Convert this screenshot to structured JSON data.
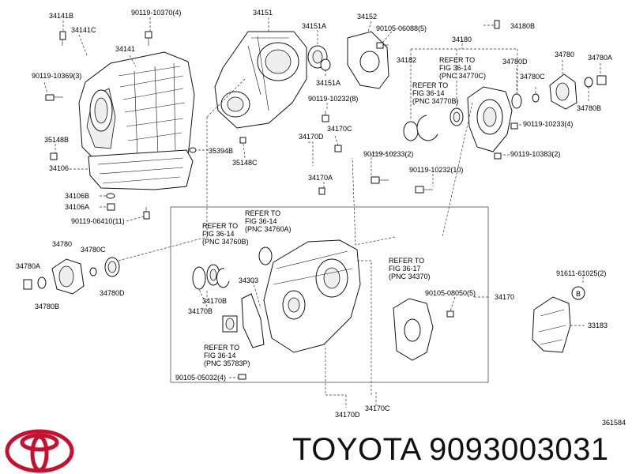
{
  "diagram": {
    "labels": {
      "p34141B": "34141B",
      "p34141C": "34141C",
      "p90119_10370": "90119-10370(4)",
      "p34151": "34151",
      "p34152": "34152",
      "p90105_06088": "90105-06088(5)",
      "p34180": "34180",
      "p34180B": "34180B",
      "p34141": "34141",
      "p34151A_top": "34151A",
      "p34151A_mid": "34151A",
      "p34182": "34182",
      "p34780_tr": "34780",
      "p34780A_tr": "34780A",
      "p34780D_tr": "34780D",
      "p34780C_tr": "34780C",
      "p34780B_tr": "34780B",
      "p90119_10369": "90119-10369(3)",
      "p90119_10232_8": "90119-10232(8)",
      "p90119_10233_4": "90119-10233(4)",
      "p90119_10383": "90119-10383(2)",
      "p35148B": "35148B",
      "p34170C_top": "34170C",
      "p34170D_top": "34170D",
      "p35394B": "35394B",
      "p35148C": "35148C",
      "p34106": "34106",
      "p90119_10233_2": "90119-10233(2)",
      "p90119_10232_10": "90119-10232(10)",
      "p34170A": "34170A",
      "p34106B": "34106B",
      "p34106A": "34106A",
      "p90119_06410": "90119-06410(11)",
      "p34780_l": "34780",
      "p34780C_l": "34780C",
      "p34780A_l": "34780A",
      "p34780D_l": "34780D",
      "p34780B_l": "34780B",
      "p34303": "34303",
      "p34170B_1": "34170B",
      "p34170B_2": "34170B",
      "p90105_08050": "90105-08050(5)",
      "p34170": "34170",
      "p91611_61025": "91611-61025(2)",
      "p33183": "33183",
      "p90105_05032": "90105-05032(4)",
      "p34170D_bot": "34170D",
      "p34170C_bot": "34170C",
      "code": "361584",
      "circle_b": "B"
    },
    "refs": {
      "r34770C": [
        "REFER TO",
        "FIG 36-14",
        "(PNC 34770C)"
      ],
      "r34770B": [
        "REFER TO",
        "FIG 36-14",
        "(PNC 34770B)"
      ],
      "r34760B": [
        "REFER TO",
        "FIG 36-14",
        "(PNC 34760B)"
      ],
      "r34760A": [
        "REFER TO",
        "FIG 36-14",
        "(PNC 34760A)"
      ],
      "r34370": [
        "REFER TO",
        "FIG 36-17",
        "(PNC 34370)"
      ],
      "r35783P": [
        "REFER TO",
        "FIG 36-14",
        "(PNC 35783P)"
      ]
    }
  },
  "footer": {
    "title": "TOYOTA 9093003031"
  },
  "logo": {
    "name": "toyota-logo",
    "color": "#c8102e"
  }
}
